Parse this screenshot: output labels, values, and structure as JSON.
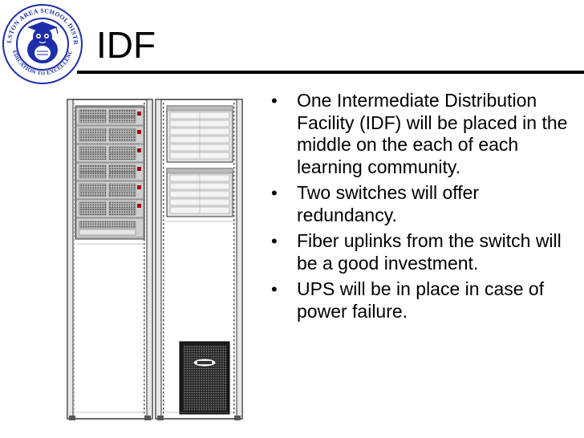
{
  "slide": {
    "title": "IDF",
    "bullets": [
      "One Intermediate Distribution Facility (IDF) will be placed in the middle on the each of each learning community.",
      "Two switches will offer redundancy.",
      "Fiber uplinks from the switch will be a good investment.",
      "UPS will be in place in case of power failure."
    ]
  },
  "logo": {
    "ring_text_top": "BALLSTON AREA SCHOOL DISTRICT",
    "ring_text_bottom": "DEDICATION TO EXCELLENCE",
    "icon": "school-district-seal-icon"
  },
  "image": {
    "icon": "network-racks-illustration-icon"
  },
  "colors": {
    "logo_blue": "#1e2ea8",
    "rule": "#000000"
  }
}
